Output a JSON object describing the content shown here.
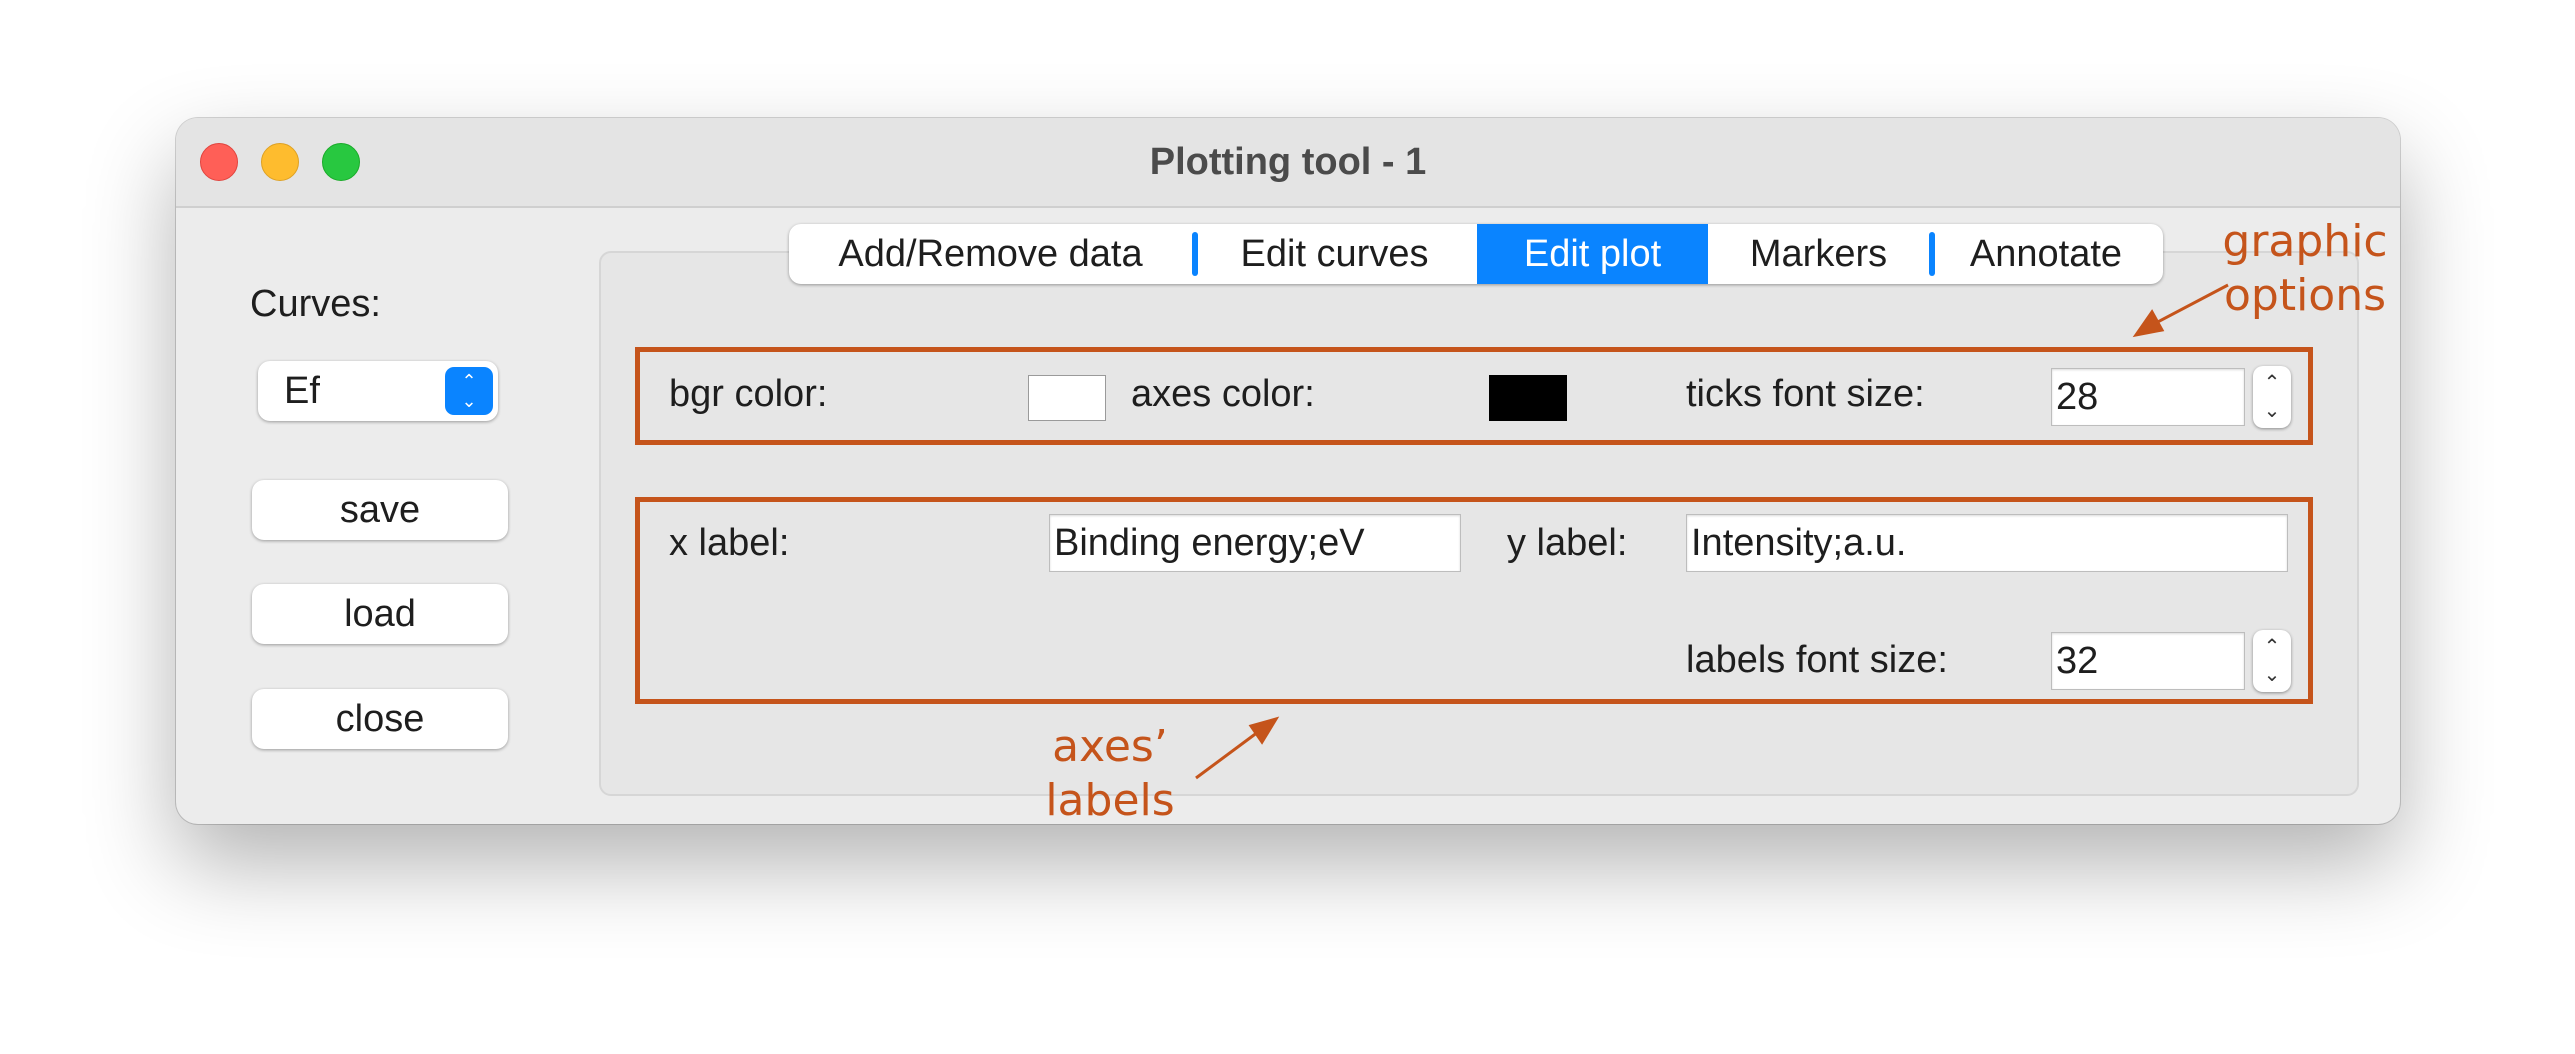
{
  "window": {
    "title": "Plotting tool - 1"
  },
  "sidebar": {
    "curves_label": "Curves:",
    "curve_select": {
      "value": "Ef"
    },
    "buttons": {
      "save": "save",
      "load": "load",
      "close": "close"
    }
  },
  "tabs": [
    {
      "label": "Add/Remove data",
      "active": false
    },
    {
      "label": "Edit curves",
      "active": false
    },
    {
      "label": "Edit plot",
      "active": true
    },
    {
      "label": "Markers",
      "active": false
    },
    {
      "label": "Annotate",
      "active": false
    }
  ],
  "graphic_options": {
    "bgr_color_label": "bgr color:",
    "bgr_color_value": "#ffffff",
    "axes_color_label": "axes color:",
    "axes_color_value": "#000000",
    "ticks_font_size_label": "ticks font size:",
    "ticks_font_size_value": "28"
  },
  "axes_labels": {
    "x_label_label": "x label:",
    "x_label_value": "Binding energy;eV",
    "y_label_label": "y label:",
    "y_label_value": "Intensity;a.u.",
    "labels_font_size_label": "labels font size:",
    "labels_font_size_value": "32"
  },
  "annotations": {
    "graphic_options_line1": "graphic",
    "graphic_options_line2": "options",
    "axes_labels_line1": "axes’",
    "axes_labels_line2": "labels",
    "color": "#c5541b"
  }
}
